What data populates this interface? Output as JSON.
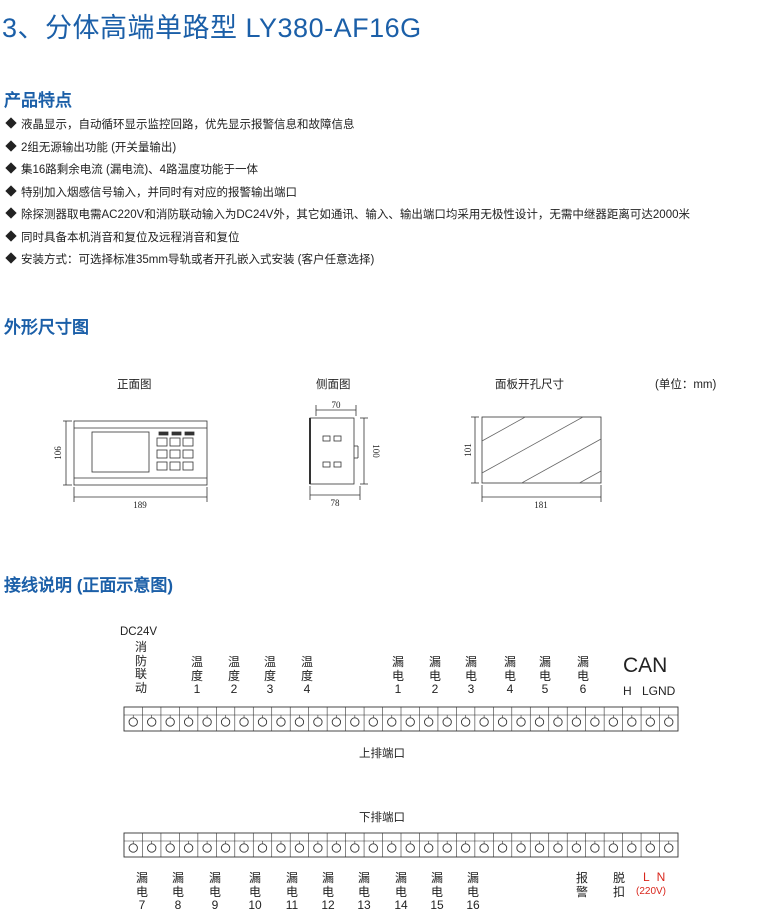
{
  "title": "3、分体高端单路型 LY380-AF16G",
  "features_heading": "产品特点",
  "features": [
    "液晶显示，自动循环显示监控回路，优先显示报警信息和故障信息",
    "2组无源输出功能 (开关量输出)",
    "集16路剩余电流 (漏电流)、4路温度功能于一体",
    "特别加入烟感信号输入，并同时有对应的报警输出端口",
    "除探测器取电需AC220V和消防联动输入为DC24V外，其它如通讯、输入、输出端口均采用无极性设计，无需中继器距离可达2000米",
    "同时具备本机消音和复位及远程消音和复位",
    "安装方式：可选择标准35mm导轨或者开孔嵌入式安装 (客户任意选择)"
  ],
  "dimension_heading": "外形尺寸图",
  "views": {
    "front": "正面图",
    "side": "侧面图",
    "panel": "面板开孔尺寸",
    "unit": "(单位：mm)"
  },
  "dims": {
    "front_w": "189",
    "front_h": "106",
    "side_top": "70",
    "side_bottom": "78",
    "side_h": "100",
    "panel_w": "181",
    "panel_h": "101"
  },
  "wiring_heading": "接线说明 (正面示意图)",
  "upper": {
    "dc24v": "DC24V",
    "fire_link": [
      "消",
      "防",
      "联",
      "动"
    ],
    "temps": [
      {
        "chars": [
          "温",
          "度"
        ],
        "n": "1"
      },
      {
        "chars": [
          "温",
          "度"
        ],
        "n": "2"
      },
      {
        "chars": [
          "温",
          "度"
        ],
        "n": "3"
      },
      {
        "chars": [
          "温",
          "度"
        ],
        "n": "4"
      }
    ],
    "leaks": [
      {
        "chars": [
          "漏",
          "电"
        ],
        "n": "1"
      },
      {
        "chars": [
          "漏",
          "电"
        ],
        "n": "2"
      },
      {
        "chars": [
          "漏",
          "电"
        ],
        "n": "3"
      },
      {
        "chars": [
          "漏",
          "电"
        ],
        "n": "4"
      },
      {
        "chars": [
          "漏",
          "电"
        ],
        "n": "5"
      },
      {
        "chars": [
          "漏",
          "电"
        ],
        "n": "6"
      }
    ],
    "can": "CAN",
    "can_h": "H",
    "can_lgnd": "LGND",
    "label": "上排端口"
  },
  "lower": {
    "label": "下排端口",
    "leaks": [
      {
        "chars": [
          "漏",
          "电"
        ],
        "n": "7"
      },
      {
        "chars": [
          "漏",
          "电"
        ],
        "n": "8"
      },
      {
        "chars": [
          "漏",
          "电"
        ],
        "n": "9"
      },
      {
        "chars": [
          "漏",
          "电"
        ],
        "n": "10"
      },
      {
        "chars": [
          "漏",
          "电"
        ],
        "n": "11"
      },
      {
        "chars": [
          "漏",
          "电"
        ],
        "n": "12"
      },
      {
        "chars": [
          "漏",
          "电"
        ],
        "n": "13"
      },
      {
        "chars": [
          "漏",
          "电"
        ],
        "n": "14"
      },
      {
        "chars": [
          "漏",
          "电"
        ],
        "n": "15"
      },
      {
        "chars": [
          "漏",
          "电"
        ],
        "n": "16"
      }
    ],
    "alarm": [
      "报",
      "警"
    ],
    "trip": [
      "脱",
      "扣"
    ],
    "ln": "L N",
    "ac220": "(220V)"
  },
  "colors": {
    "heading": "#1b5fa8",
    "power": "#d9261c"
  }
}
